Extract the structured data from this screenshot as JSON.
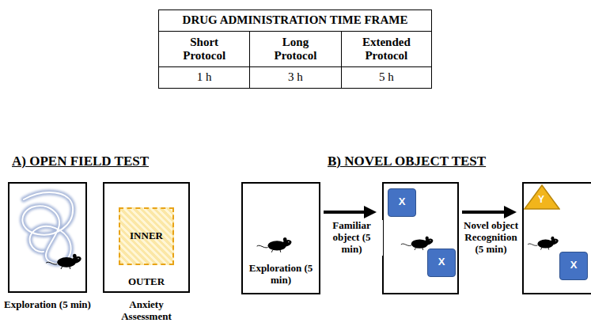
{
  "diagram": {
    "nodes": [
      {
        "text": [
          "Exploration (5 min)"
        ]
      },
      {
        "text": [
          "OUTER",
          "Anxiety Assessment"
        ]
      },
      {
        "text": [
          "INNER"
        ],
        "in": 1
      },
      {
        "text": [
          "Exploration (5 min)"
        ]
      },
      {
        "text": []
      },
      {
        "text": [
          "X"
        ],
        "in": 4
      },
      {
        "text": [
          "X"
        ],
        "in": 4
      },
      {
        "text": []
      },
      {
        "text": [
          "Y"
        ],
        "in": 7
      },
      {
        "text": [
          "X"
        ],
        "in": 7
      }
    ],
    "edges": [
      {
        "from": 3,
        "to": 4,
        "arrow": "to",
        "label": "Familiar object (5 min)"
      },
      {
        "from": 4,
        "to": 7,
        "arrow": "to",
        "label": "Novel object Recognition (5 min)"
      }
    ],
    "labels": [
      "DRUG ADMINISTRATION TIME FRAME",
      "Short Protocol",
      "Long Protocol",
      "Extended Protocol",
      "1 h",
      "3 h",
      "5 h",
      "A) OPEN FIELD TEST",
      "B) NOVEL OBJECT TEST"
    ]
  }
}
